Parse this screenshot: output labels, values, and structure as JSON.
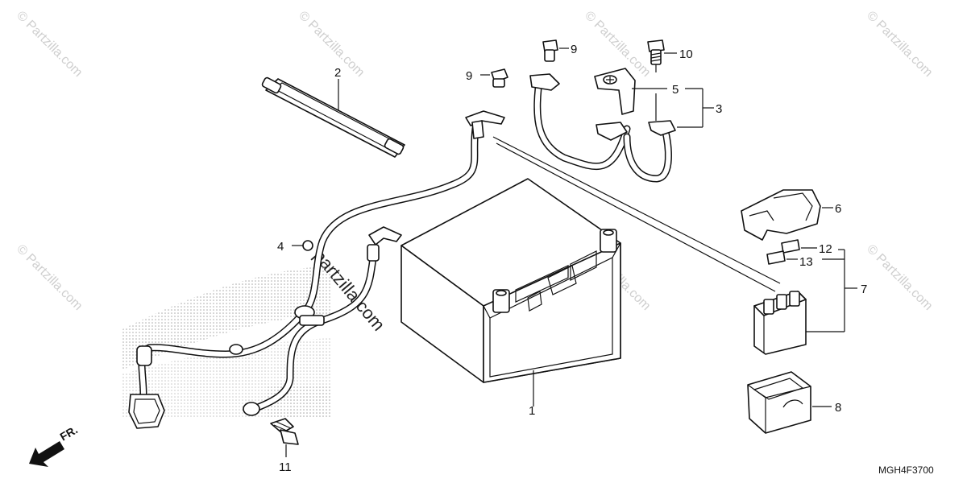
{
  "diagram": {
    "callouts": {
      "c1": "1",
      "c2": "2",
      "c3": "3",
      "c4": "4",
      "c5": "5",
      "c6": "6",
      "c7": "7",
      "c8": "8",
      "c9a": "9",
      "c9b": "9",
      "c10": "10",
      "c11": "11",
      "c12": "12",
      "c13": "13"
    },
    "direction_label": "FR.",
    "diagram_code": "MGH4F3700",
    "watermark_text": "© Partzilla.com",
    "center_watermark": "partzilla.com"
  }
}
